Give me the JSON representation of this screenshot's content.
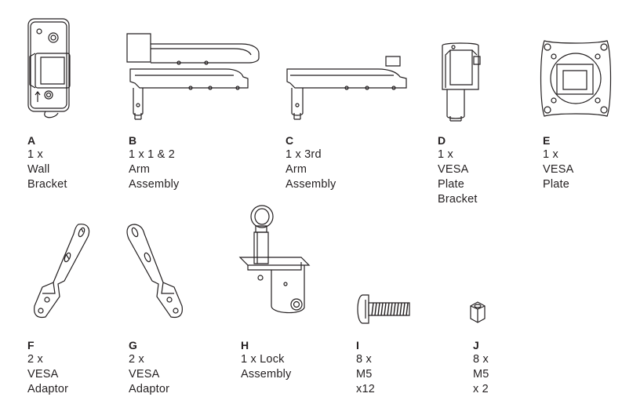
{
  "parts": [
    {
      "letter": "A",
      "desc": "1 x Wall\nBracket",
      "icon": "wall-bracket-icon"
    },
    {
      "letter": "B",
      "desc": "1 x 1 & 2 Arm\nAssembly",
      "icon": "arm-assembly-icon"
    },
    {
      "letter": "C",
      "desc": "1 x 3rd Arm\nAssembly",
      "icon": "third-arm-icon"
    },
    {
      "letter": "D",
      "desc": "1 x VESA\nPlate Bracket",
      "icon": "vesa-plate-bracket-icon"
    },
    {
      "letter": "E",
      "desc": "1 x VESA\nPlate",
      "icon": "vesa-plate-icon"
    },
    {
      "letter": "F",
      "desc": "2 x VESA\nAdaptor",
      "icon": "vesa-adaptor-icon"
    },
    {
      "letter": "G",
      "desc": "2 x VESA\nAdaptor",
      "icon": "vesa-adaptor-mirrored-icon"
    },
    {
      "letter": "H",
      "desc": "1 x Lock\nAssembly",
      "icon": "lock-assembly-icon"
    },
    {
      "letter": "I",
      "desc": "8 x M5 x12",
      "icon": "screw-icon"
    },
    {
      "letter": "J",
      "desc": "8 x M5 x 2",
      "icon": "nut-icon"
    }
  ]
}
